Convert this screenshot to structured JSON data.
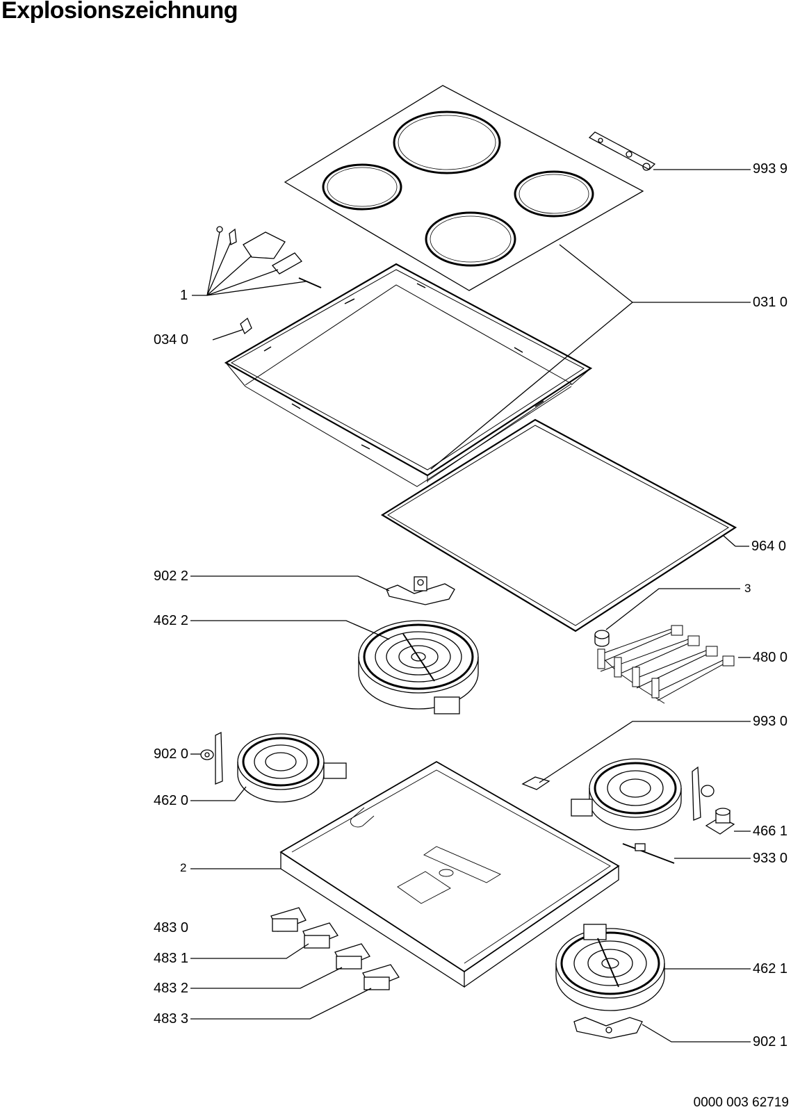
{
  "page": {
    "title": "Explosionszeichnung",
    "document_number": "0000 003 62719"
  },
  "labels": {
    "l9939": "993 9",
    "l0310": "031 0",
    "l1": "1",
    "l0340": "034 0",
    "l9640": "964 0",
    "l9022": "902 2",
    "l3": "3",
    "l4622": "462 2",
    "l4800": "480 0",
    "l9930": "993 0",
    "l9020": "902 0",
    "l4620": "462 0",
    "l4661": "466 1",
    "l9330": "933 0",
    "l2": "2",
    "l4830": "483 0",
    "l4831": "483 1",
    "l4832": "483 2",
    "l4833": "483 3",
    "l4621": "462 1",
    "l9021": "902 1"
  }
}
